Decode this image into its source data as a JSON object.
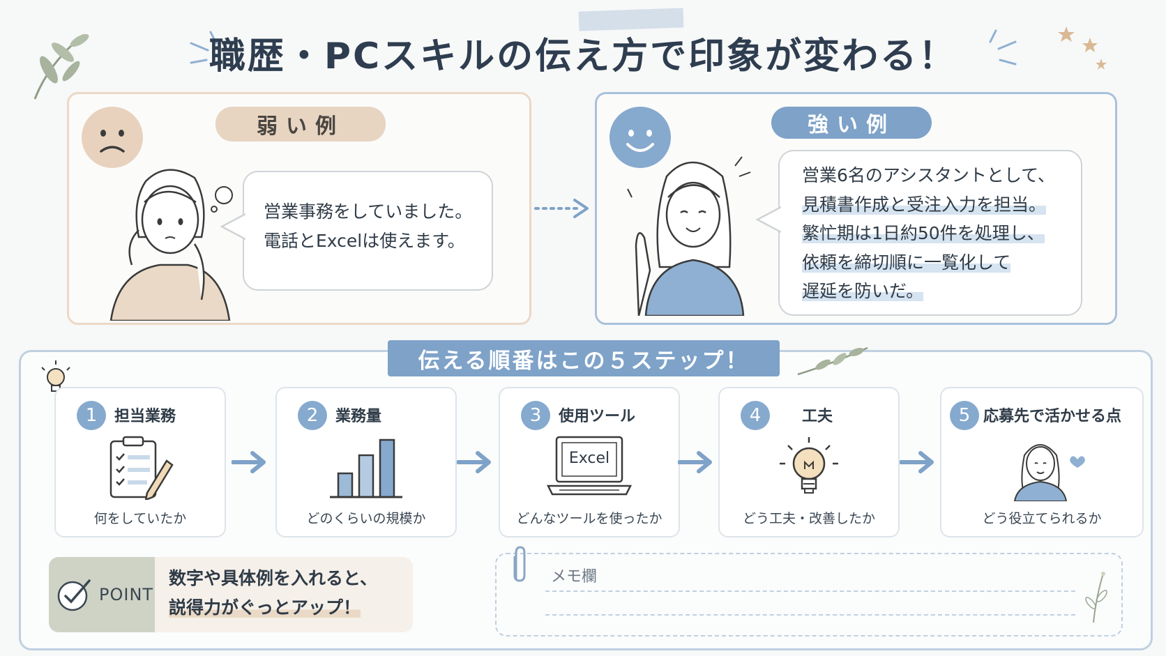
{
  "title": "職歴・PCスキルの伝え方で印象が変わる！",
  "weak": {
    "label": "弱い例",
    "lines": [
      "営業事務をしていました。",
      "電話とExcelは使えます。"
    ]
  },
  "strong": {
    "label": "強い例",
    "lines": [
      "営業6名のアシスタントとして、",
      "見積書作成と受注入力を担当。",
      "繁忙期は1日約50件を処理し、",
      "依頼を締切順に一覧化して",
      "遅延を防いだ。"
    ]
  },
  "steps_banner": "伝える順番はこの５ステップ！",
  "steps": [
    {
      "num": "1",
      "title": "担当業務",
      "desc": "何をしていたか",
      "icon": "clipboard-checklist-icon"
    },
    {
      "num": "2",
      "title": "業務量",
      "desc": "どのくらいの規模か",
      "icon": "bar-chart-icon"
    },
    {
      "num": "3",
      "title": "使用ツール",
      "desc": "どんなツールを使ったか",
      "icon": "laptop-icon",
      "screen_text": "Excel"
    },
    {
      "num": "4",
      "title": "工夫",
      "desc": "どう工夫・改善したか",
      "icon": "lightbulb-icon"
    },
    {
      "num": "5",
      "title": "応募先で活かせる点",
      "desc": "どう役立てられるか",
      "icon": "woman-heart-icon"
    }
  ],
  "point": {
    "label": "POINT",
    "lines": [
      "数字や具体例を入れると、",
      "説得力がぐっとアップ！"
    ]
  },
  "memo": {
    "label": "メモ欄"
  },
  "colors": {
    "accent_blue": "#7ea2c8",
    "accent_beige": "#e7d5c2",
    "title_navy": "#2e3d4f"
  }
}
